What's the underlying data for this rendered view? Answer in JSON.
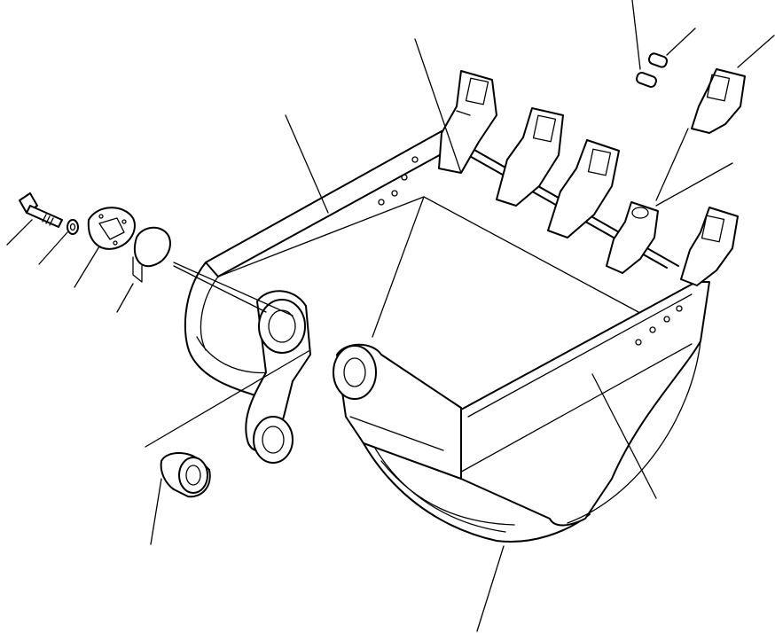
{
  "diagram": {
    "subject": "excavator-bucket-exploded-parts-view",
    "colors": {
      "ink": "#000000",
      "paper": "#ffffff"
    },
    "parts": [
      "bucket-body",
      "bucket-teeth",
      "tooth-pin",
      "tooth-retainer",
      "side-plate",
      "bucket-bottom",
      "boss-bushing",
      "spacer-shim",
      "cover-plate",
      "washer",
      "bolt",
      "bearing-bushing"
    ]
  }
}
